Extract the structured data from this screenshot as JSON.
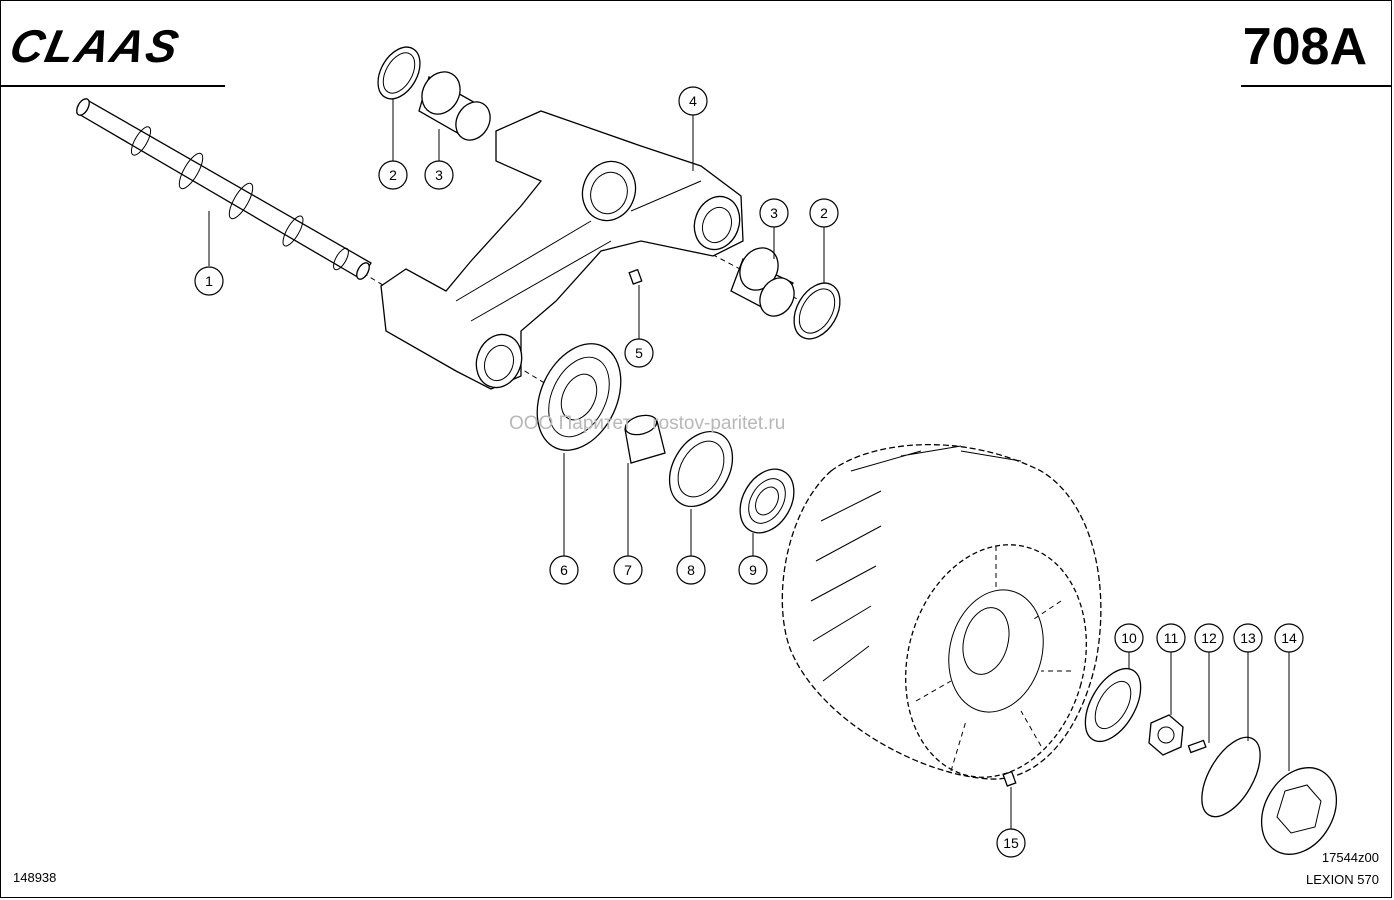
{
  "header": {
    "brand": "CLAAS",
    "sheet_code": "708A"
  },
  "watermark": "ООО Паритет    rostov-paritet.ru",
  "footer": {
    "drawing_number": "148938",
    "reference_code": "17544z00",
    "model": "LEXION 570"
  },
  "callouts": [
    {
      "label": "1"
    },
    {
      "label": "2"
    },
    {
      "label": "3"
    },
    {
      "label": "4"
    },
    {
      "label": "3"
    },
    {
      "label": "2"
    },
    {
      "label": "5"
    },
    {
      "label": "6"
    },
    {
      "label": "7"
    },
    {
      "label": "8"
    },
    {
      "label": "9"
    },
    {
      "label": "10"
    },
    {
      "label": "11"
    },
    {
      "label": "12"
    },
    {
      "label": "13"
    },
    {
      "label": "14"
    },
    {
      "label": "15"
    }
  ]
}
